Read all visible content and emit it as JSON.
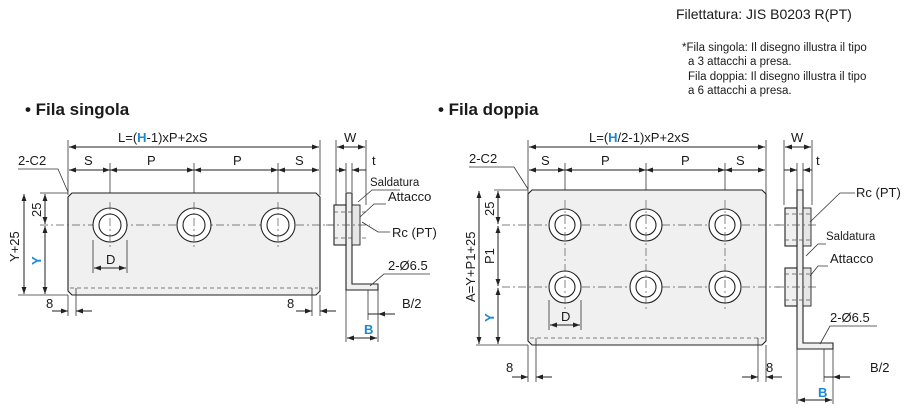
{
  "header": {
    "thread_spec": "Filettatura: JIS B0203 R(PT)",
    "note_lines": [
      "*Fila singola: Il disegno illustra il tipo",
      "a 3 attacchi a presa.",
      "Fila doppia: Il disegno illustra il tipo",
      "a 6 attacchi a presa."
    ]
  },
  "single": {
    "title": "• Fila singola",
    "length_formula": {
      "pre": "L=(",
      "h": "H",
      "post": "-1)xP+2xS"
    },
    "s_left": "S",
    "p1": "P",
    "p2": "P",
    "s_right": "S",
    "chamfer": "2-C2",
    "dim_25": "25",
    "y_plus_25": "Y+25",
    "y": "Y",
    "d": "D",
    "eight_left": "8",
    "eight_right": "8",
    "w": "W",
    "t": "t",
    "saldatura": "Saldatura",
    "attacco": "Attacco",
    "rc": "Rc (PT)",
    "hole": "2-Ø6.5",
    "b_half": "B/2",
    "b": "B"
  },
  "double": {
    "title": "• Fila doppia",
    "length_formula": {
      "pre": "L=(",
      "h": "H",
      "post": "/2-1)xP+2xS"
    },
    "s_left": "S",
    "p1": "P",
    "p2": "P",
    "s_right": "S",
    "chamfer": "2-C2",
    "dim_25": "25",
    "p_sub": "P1",
    "a_formula": "A=Y+P1+25",
    "y": "Y",
    "d": "D",
    "eight_left": "8",
    "eight_right": "8",
    "w": "W",
    "t": "t",
    "rc": "Rc (PT)",
    "saldatura": "Saldatura",
    "attacco": "Attacco",
    "hole": "2-Ø6.5",
    "b_half": "B/2",
    "b": "B"
  }
}
